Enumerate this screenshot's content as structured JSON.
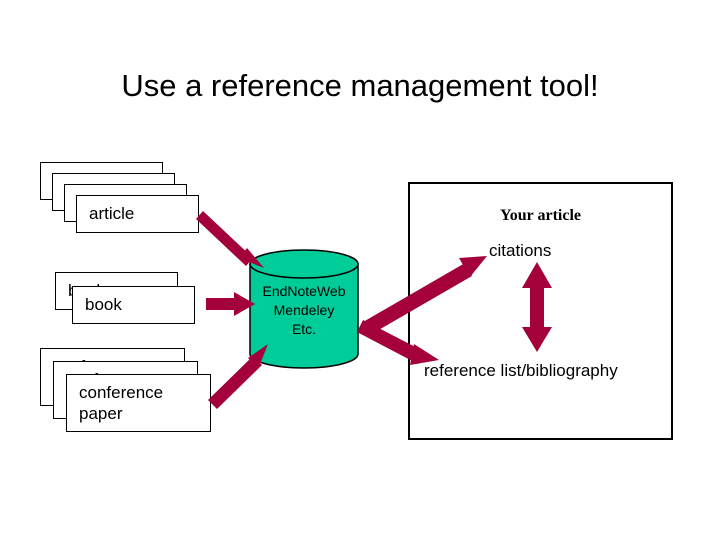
{
  "slide": {
    "title": "Use a reference management tool!",
    "background_color": "#ffffff"
  },
  "colors": {
    "arrow": "#A3003C",
    "arrow_dark": "#99002E",
    "cylinder_fill": "#00CC99",
    "outline": "#000000",
    "text": "#000000"
  },
  "sources": {
    "article_stack": {
      "label": "article",
      "count": 4,
      "cards": [
        "article",
        "article",
        "article",
        "article"
      ]
    },
    "book_stack": {
      "label": "book",
      "count": 2,
      "cards": [
        "book",
        "book"
      ]
    },
    "conference_stack": {
      "label": "conference paper",
      "count": 3,
      "cards": [
        {
          "line1": "conference",
          "line2": "paper"
        },
        {
          "line1": "conference",
          "line2": "paper"
        },
        {
          "line1": "conference",
          "line2": "paper"
        }
      ]
    }
  },
  "tool": {
    "name": "reference-manager-database",
    "lines": [
      "EndNoteWeb",
      "Mendeley",
      "Etc."
    ]
  },
  "outcome": {
    "panel_title": "Your article",
    "citations_label": "citations",
    "reference_list_label": "reference list/bibliography"
  },
  "arrows": [
    {
      "name": "article-to-database",
      "direction": "down-right",
      "style": "single-head"
    },
    {
      "name": "book-to-database",
      "direction": "right",
      "style": "single-head"
    },
    {
      "name": "conference-to-database",
      "direction": "up-right",
      "style": "single-head"
    },
    {
      "name": "database-to-citations",
      "direction": "up-right",
      "style": "single-head"
    },
    {
      "name": "database-to-reference-list",
      "direction": "down-right",
      "style": "single-head"
    },
    {
      "name": "citations-reference-link",
      "direction": "vertical",
      "style": "double-head"
    }
  ]
}
